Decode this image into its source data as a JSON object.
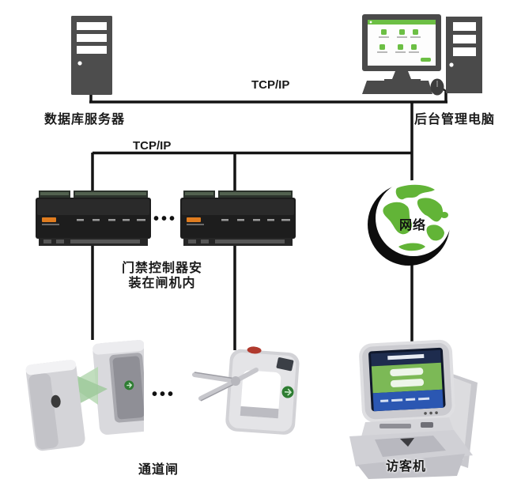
{
  "diagram": {
    "type": "access-control-system-topology",
    "labels": {
      "database_server": "数据库服务器",
      "management_pc": "后台管理电脑",
      "tcpip_top": "TCP/IP",
      "tcpip_mid": "TCP/IP",
      "network_globe": "网络",
      "controller_note_line1": "门禁控制器安",
      "controller_note_line2": "装在闸机内",
      "channel_gate": "通道闸",
      "visitor_machine": "访客机",
      "ellipsis_controllers": "•••",
      "ellipsis_gates": "•••"
    },
    "icons": {
      "server_tower": "database-server-icon",
      "desktop_pc": "management-computer-icon",
      "access_controller": "access-controller-icon",
      "globe": "network-globe-icon",
      "flap_barrier": "flap-barrier-gate-icon",
      "tripod_turnstile": "tripod-turnstile-icon",
      "visitor_kiosk": "visitor-kiosk-icon"
    },
    "colors": {
      "background": "#ffffff",
      "connector_line": "#141414",
      "device_gray": "#4d4d4d",
      "software_green": "#6cbf44",
      "globe_green": "#62b437",
      "globe_shadow": "#0d0d0d",
      "controller_body": "#1d1d1d",
      "controller_logo_orange": "#e07c1f",
      "silver": "#d7d7db",
      "flap_green": "#a4cf9f",
      "kiosk_screen_green": "#7cb956",
      "kiosk_screen_navy": "#1e2c4e",
      "kiosk_screen_blue": "#2b57b2"
    }
  }
}
